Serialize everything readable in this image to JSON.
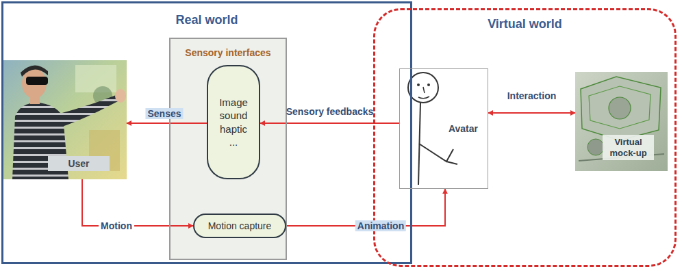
{
  "diagram": {
    "nodes": [
      {
        "text": [
          "Real world"
        ]
      },
      {
        "text": [
          "User"
        ],
        "in": 0
      },
      {
        "text": [
          "Sensory interfaces"
        ],
        "in": 0
      },
      {
        "text": [
          "Image sound haptic ..."
        ],
        "in": 2
      },
      {
        "text": [
          "Motion capture"
        ],
        "in": 2
      },
      {
        "text": [
          "Virtual world"
        ]
      },
      {
        "text": [
          "Avatar"
        ],
        "in": 5
      },
      {
        "text": [
          "Virtual mock-up"
        ],
        "in": 5
      }
    ],
    "edges": [
      {
        "from": 3,
        "to": 1,
        "label": "Senses",
        "arrow": "to"
      },
      {
        "from": 6,
        "to": 3,
        "label": "Sensory feedbacks",
        "arrow": "to"
      },
      {
        "from": 6,
        "to": 7,
        "label": "Interaction",
        "arrow": "both"
      },
      {
        "from": 1,
        "to": 4,
        "label": "Motion",
        "arrow": "to"
      },
      {
        "from": 4,
        "to": 6,
        "label": "Animation",
        "arrow": "to"
      }
    ]
  }
}
